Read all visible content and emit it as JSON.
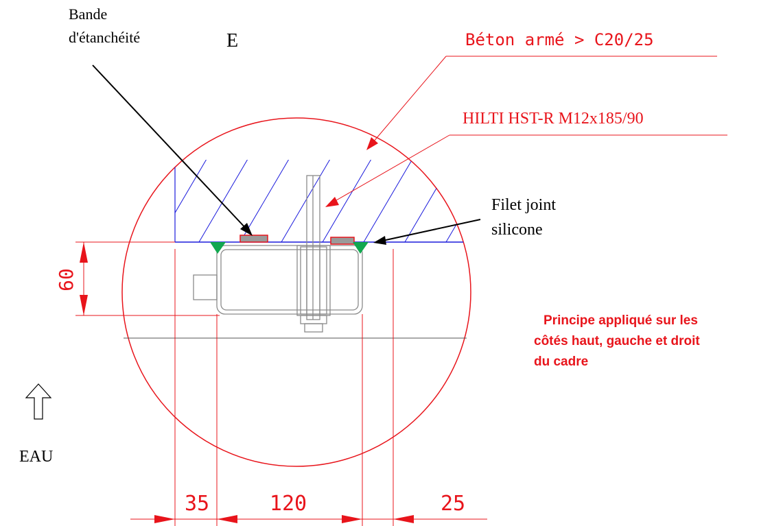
{
  "labels": {
    "bande_line1": "Bande",
    "bande_line2": "d'étanchéité",
    "section_letter": "E",
    "beton": "Béton armé > C20/25",
    "hilti": "HILTI HST-R M12x185/90",
    "filet_line1": "Filet joint",
    "filet_line2": "silicone",
    "principe_line1": "Principe appliqué sur les",
    "principe_line2": "côtés haut, gauche et droit",
    "principe_line3": "du cadre",
    "eau": "EAU"
  },
  "dimensions": {
    "height": "60",
    "left_offset": "35",
    "frame_width": "120",
    "right_offset": "25"
  },
  "colors": {
    "red": "#e8141b",
    "blue": "#1a1adc",
    "gray": "#8a8a8a",
    "green": "#11a84f",
    "black": "#000000"
  }
}
